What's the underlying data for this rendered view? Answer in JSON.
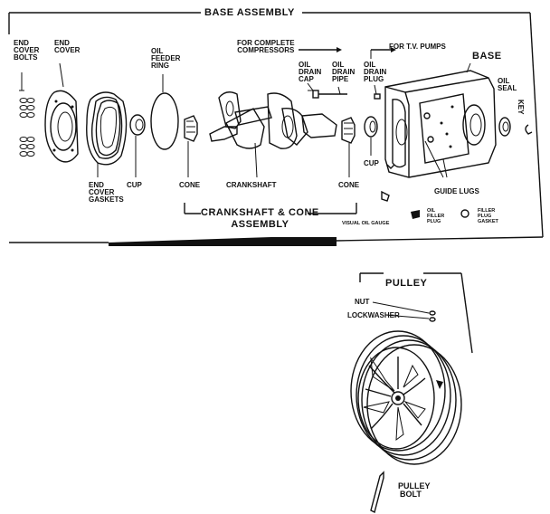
{
  "title": "BASE ASSEMBLY",
  "labels": {
    "end_cover_bolts": [
      "END",
      "COVER",
      "BOLTS"
    ],
    "end_cover": [
      "END",
      "COVER"
    ],
    "oil_feeder_ring": [
      "OIL",
      "FEEDER",
      "RING"
    ],
    "complete_compressors": [
      "FOR COMPLETE",
      "COMPRESSORS"
    ],
    "oil_drain_cap": [
      "OIL",
      "DRAIN",
      "CAP"
    ],
    "oil_drain_pipe": [
      "OIL",
      "DRAIN",
      "PIPE"
    ],
    "tv_pumps": "FOR T.V. PUMPS",
    "oil_drain_plug": [
      "OIL",
      "DRAIN",
      "PLUG"
    ],
    "base": "BASE",
    "oil_seal": [
      "OIL",
      "SEAL"
    ],
    "key": "KEY",
    "end_cover_gaskets": [
      "END",
      "COVER",
      "GASKETS"
    ],
    "cup_left": "CUP",
    "cone_left": "CONE",
    "crankshaft": "CRANKSHAFT",
    "cone_right": "CONE",
    "cup_right": "CUP",
    "guide_lugs": "GUIDE LUGS",
    "crankshaft_cone_assembly": [
      "CRANKSHAFT & CONE",
      "ASSEMBLY"
    ],
    "visual_oil_gauge": "VISUAL OIL GAUGE",
    "oil_filler_plug": [
      "OIL",
      "FILLER",
      "PLUG"
    ],
    "filler_plug_gasket": [
      "FILLER",
      "PLUG",
      "GASKET"
    ],
    "pulley": "PULLEY",
    "nut": "NUT",
    "lockwasher": "LOCKWASHER",
    "pulley_bolt": [
      "PULLEY",
      "BOLT"
    ]
  }
}
